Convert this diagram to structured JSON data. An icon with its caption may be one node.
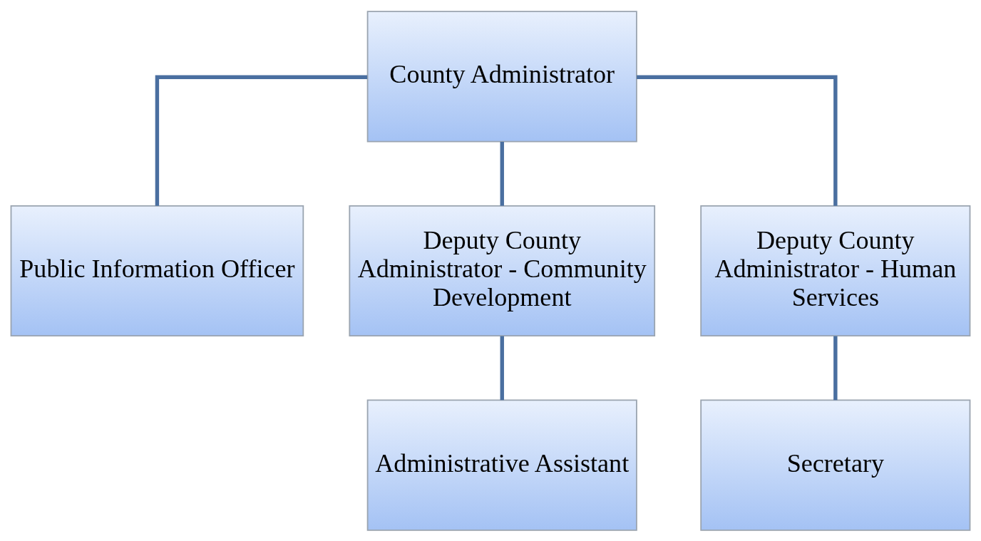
{
  "diagram": {
    "nodes": [
      {
        "text": [
          "County Administrator"
        ]
      },
      {
        "text": [
          "Public Information Officer"
        ]
      },
      {
        "text": [
          "Deputy County Administrator - Community Development"
        ]
      },
      {
        "text": [
          "Deputy County Administrator - Human Services"
        ]
      },
      {
        "text": [
          "Administrative Assistant"
        ]
      },
      {
        "text": [
          "Secretary"
        ]
      }
    ],
    "edges": [
      {
        "from": 0,
        "to": 1,
        "arrow": "none"
      },
      {
        "from": 0,
        "to": 2,
        "arrow": "none"
      },
      {
        "from": 0,
        "to": 3,
        "arrow": "none"
      },
      {
        "from": 2,
        "to": 4,
        "arrow": "none"
      },
      {
        "from": 3,
        "to": 5,
        "arrow": "none"
      }
    ]
  }
}
